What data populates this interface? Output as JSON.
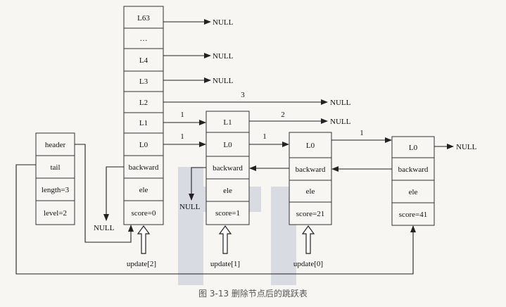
{
  "caption": "图 3-13   删除节点后的跳跃表",
  "null_text": "NULL",
  "header_struct": {
    "fields": [
      "header",
      "tail",
      "length=3",
      "level=2"
    ]
  },
  "nodes": [
    {
      "id": "header-node",
      "levels": [
        "L63",
        "…",
        "L4",
        "L3",
        "L2",
        "L1",
        "L0"
      ],
      "backward": "backward",
      "ele": "ele",
      "score": "score=0"
    },
    {
      "id": "node-1",
      "levels": [
        "L1",
        "L0"
      ],
      "backward": "backward",
      "ele": "ele",
      "score": "score=1"
    },
    {
      "id": "node-21",
      "levels": [
        "L0"
      ],
      "backward": "backward",
      "ele": "ele",
      "score": "score=21"
    },
    {
      "id": "node-41",
      "levels": [
        "L0"
      ],
      "backward": "backward",
      "ele": "ele",
      "score": "score=41"
    }
  ],
  "spans": {
    "header_L2": "3",
    "header_L1": "1",
    "header_L0": "1",
    "node1_L1": "2",
    "node1_L0": "1",
    "node21_L0": "1"
  },
  "update_labels": [
    "update[2]",
    "update[1]",
    "update[0]"
  ]
}
